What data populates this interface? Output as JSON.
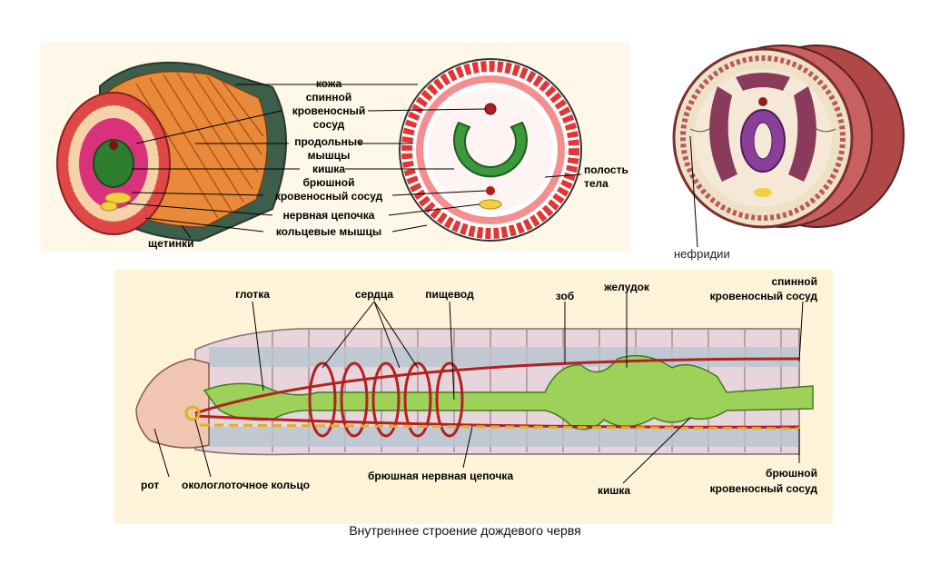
{
  "caption": "Внутреннее строение дождевого червя",
  "cross_section": {
    "labels": {
      "skin": "кожа",
      "dorsal_1": "спинной",
      "dorsal_2": "кровеносный",
      "dorsal_3": "сосуд",
      "longitudinal_1": "продольные",
      "longitudinal_2": "мышцы",
      "intestine": "кишка",
      "ventral_1": "брюшной",
      "ventral_2": "кровеносный сосуд",
      "nerve_chain": "нервная цепочка",
      "circular_muscles": "кольцевые мышцы",
      "setae": "щетинки",
      "body_cavity_1": "полость",
      "body_cavity_2": "тела"
    }
  },
  "nephridia_view": {
    "label": "нефридии"
  },
  "longitudinal": {
    "labels": {
      "pharynx": "глотка",
      "hearts": "сердца",
      "esophagus": "пищевод",
      "crop": "зоб",
      "stomach": "желудок",
      "dorsal_1": "спинной",
      "dorsal_2": "кровеносный сосуд",
      "mouth": "рот",
      "pharyngeal_ring": "окологлоточное кольцо",
      "ventral_nerve_chain": "брюшная нервная цепочка",
      "intestine": "кишка",
      "ventral_1": "брюшной",
      "ventral_2": "кровеносный сосуд"
    }
  }
}
